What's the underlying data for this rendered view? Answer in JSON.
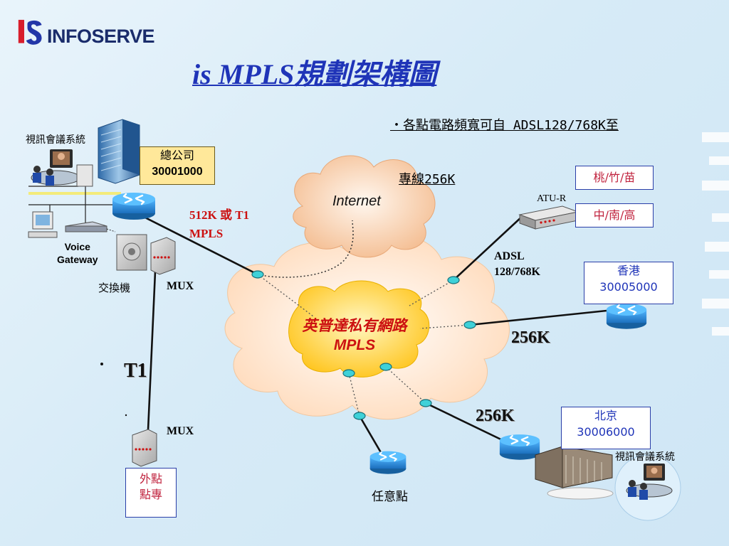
{
  "logo": {
    "text": "INFOSERVE"
  },
  "title": "is MPLS規劃架構圖",
  "notes": {
    "line1": "・各點電路頻寬可自 ADSL128/768K至",
    "line2": "專線256K"
  },
  "clouds": {
    "internet": "Internet",
    "private_name": "英普達私有網路",
    "private_tech": "MPLS"
  },
  "nodes": {
    "hq_name": "總公司",
    "hq_number": "30001000",
    "video_conf_hq": "視訊會議系統",
    "voice_gateway": "Voice\nGateway",
    "pbx": "交換機",
    "mux_top": "MUX",
    "mux_bottom": "MUX",
    "atu_r": "ATU-R",
    "region_tzm": "桃/竹/苗",
    "region_znk": "中/南/高",
    "hk_name": "香港",
    "hk_number": "30005000",
    "bj_name": "北京",
    "bj_number": "30006000",
    "video_conf_bj": "視訊會議系統",
    "remote_ext_line1": "外點",
    "remote_ext_line2": "點專",
    "any_site": "任意點"
  },
  "links": {
    "hq_link": "512K 或 T1",
    "hq_link_type": "MPLS",
    "adsl_line1": "ADSL",
    "adsl_line2": "128/768K",
    "hk_bw": "256K",
    "bj_bw": "256K",
    "t1": "T1"
  },
  "colors": {
    "title": "#1f34b8",
    "accent_red": "#cc1111",
    "hq_box": "#ffe89a",
    "cloud_outer": "#ffe6cc",
    "cloud_inner": "#ffd23a",
    "router": "#1f7fd1"
  }
}
